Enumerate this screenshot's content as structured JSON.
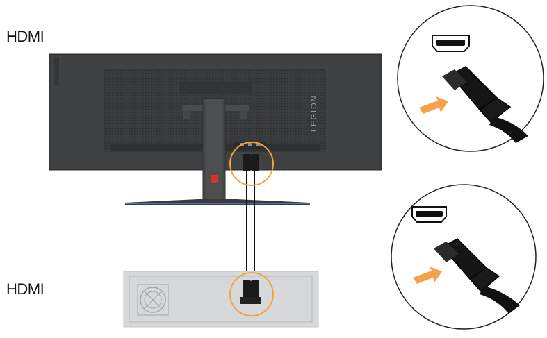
{
  "labels": {
    "top": "HDMI",
    "bottom": "HDMI"
  },
  "monitor": {
    "brand_text": "LEGION"
  },
  "colors": {
    "highlight_ring": "#f2a43a",
    "arrow": "#f5a24b",
    "monitor_body": "#3b3c3e",
    "accent_red": "#d6332a"
  },
  "icons": [
    "hdmi-port-icon",
    "hdmi-plug-icon",
    "insert-arrow-icon",
    "fan-grille-icon"
  ]
}
